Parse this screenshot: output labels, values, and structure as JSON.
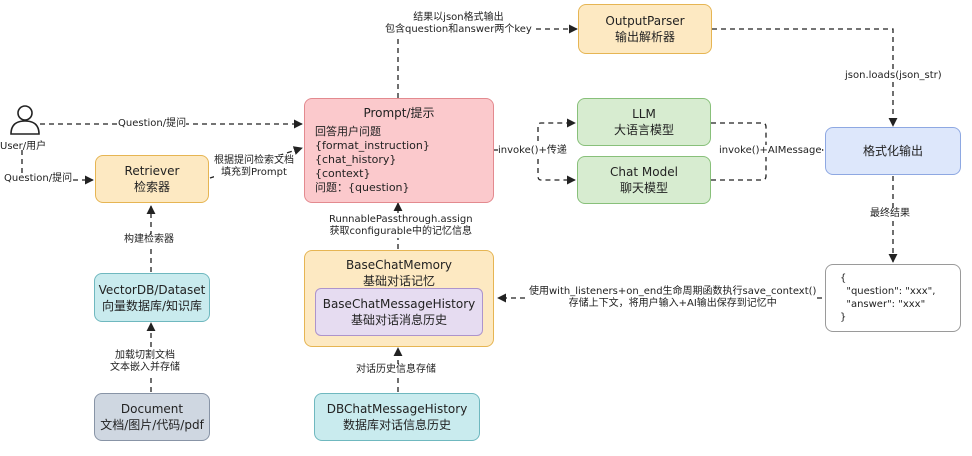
{
  "colors": {
    "orange": "#fde9c2",
    "orange_border": "#e6b553",
    "red": "#fbc9cc",
    "red_border": "#e38a8f",
    "green": "#d7ecd0",
    "green_border": "#88c07a",
    "blue": "#dde7fb",
    "blue_border": "#8ea8e2",
    "teal": "#c9ebee",
    "teal_border": "#6fb8bf",
    "purple": "#e6dcf1",
    "purple_border": "#ad94cc",
    "gray": "#cfd7e1",
    "gray_border": "#8894a6"
  },
  "user": {
    "label": "User/用户",
    "icon": "person-icon"
  },
  "nodes": {
    "output_parser": {
      "title": "OutputParser",
      "subtitle": "输出解析器"
    },
    "prompt": {
      "title": "Prompt/提示",
      "lines": [
        "回答用户问题",
        "{format_instruction}",
        "{chat_history}",
        "{context}",
        "问题：{question}"
      ]
    },
    "llm": {
      "title": "LLM",
      "subtitle": "大语言模型"
    },
    "chat_model": {
      "title": "Chat Model",
      "subtitle": "聊天模型"
    },
    "format_output": {
      "title": "格式化输出"
    },
    "retriever": {
      "title": "Retriever",
      "subtitle": "检索器"
    },
    "vectordb": {
      "title": "VectorDB/Dataset",
      "subtitle": "向量数据库/知识库"
    },
    "document": {
      "title": "Document",
      "subtitle": "文档/图片/代码/pdf"
    },
    "memory": {
      "title": "BaseChatMemory",
      "subtitle": "基础对话记忆"
    },
    "history": {
      "title": "BaseChatMessageHistory",
      "subtitle": "基础对话消息历史"
    },
    "db_history": {
      "title": "DBChatMessageHistory",
      "subtitle": "数据库对话信息历史"
    },
    "result": {
      "lines": [
        "{",
        "  \"question\": \"xxx\",",
        "  \"answer\": \"xxx\"",
        "}"
      ]
    }
  },
  "edges": {
    "json_output": [
      "结果以json格式输出",
      "包含question和answer两个key"
    ],
    "question_prompt": "Question/提问",
    "question_retriever": "Question/提问",
    "retrieve_fill": [
      "根据提问检索文档",
      "填充到Prompt"
    ],
    "invoke_pass": "invoke()+传递",
    "invoke_ai": "invoke()+AIMessage",
    "json_loads": "json.loads(json_str)",
    "final_result": "最终结果",
    "build_retriever": "构建检索器",
    "load_split": [
      "加载切割文档",
      "文本嵌入并存储"
    ],
    "runnable": [
      "RunnablePassthrough.assign",
      "获取configurable中的记忆信息"
    ],
    "listeners": [
      "使用with_listeners+on_end生命周期函数执行save_context()",
      "存储上下文，将用户输入+AI输出保存到记忆中"
    ],
    "history_store": "对话历史信息存储"
  }
}
